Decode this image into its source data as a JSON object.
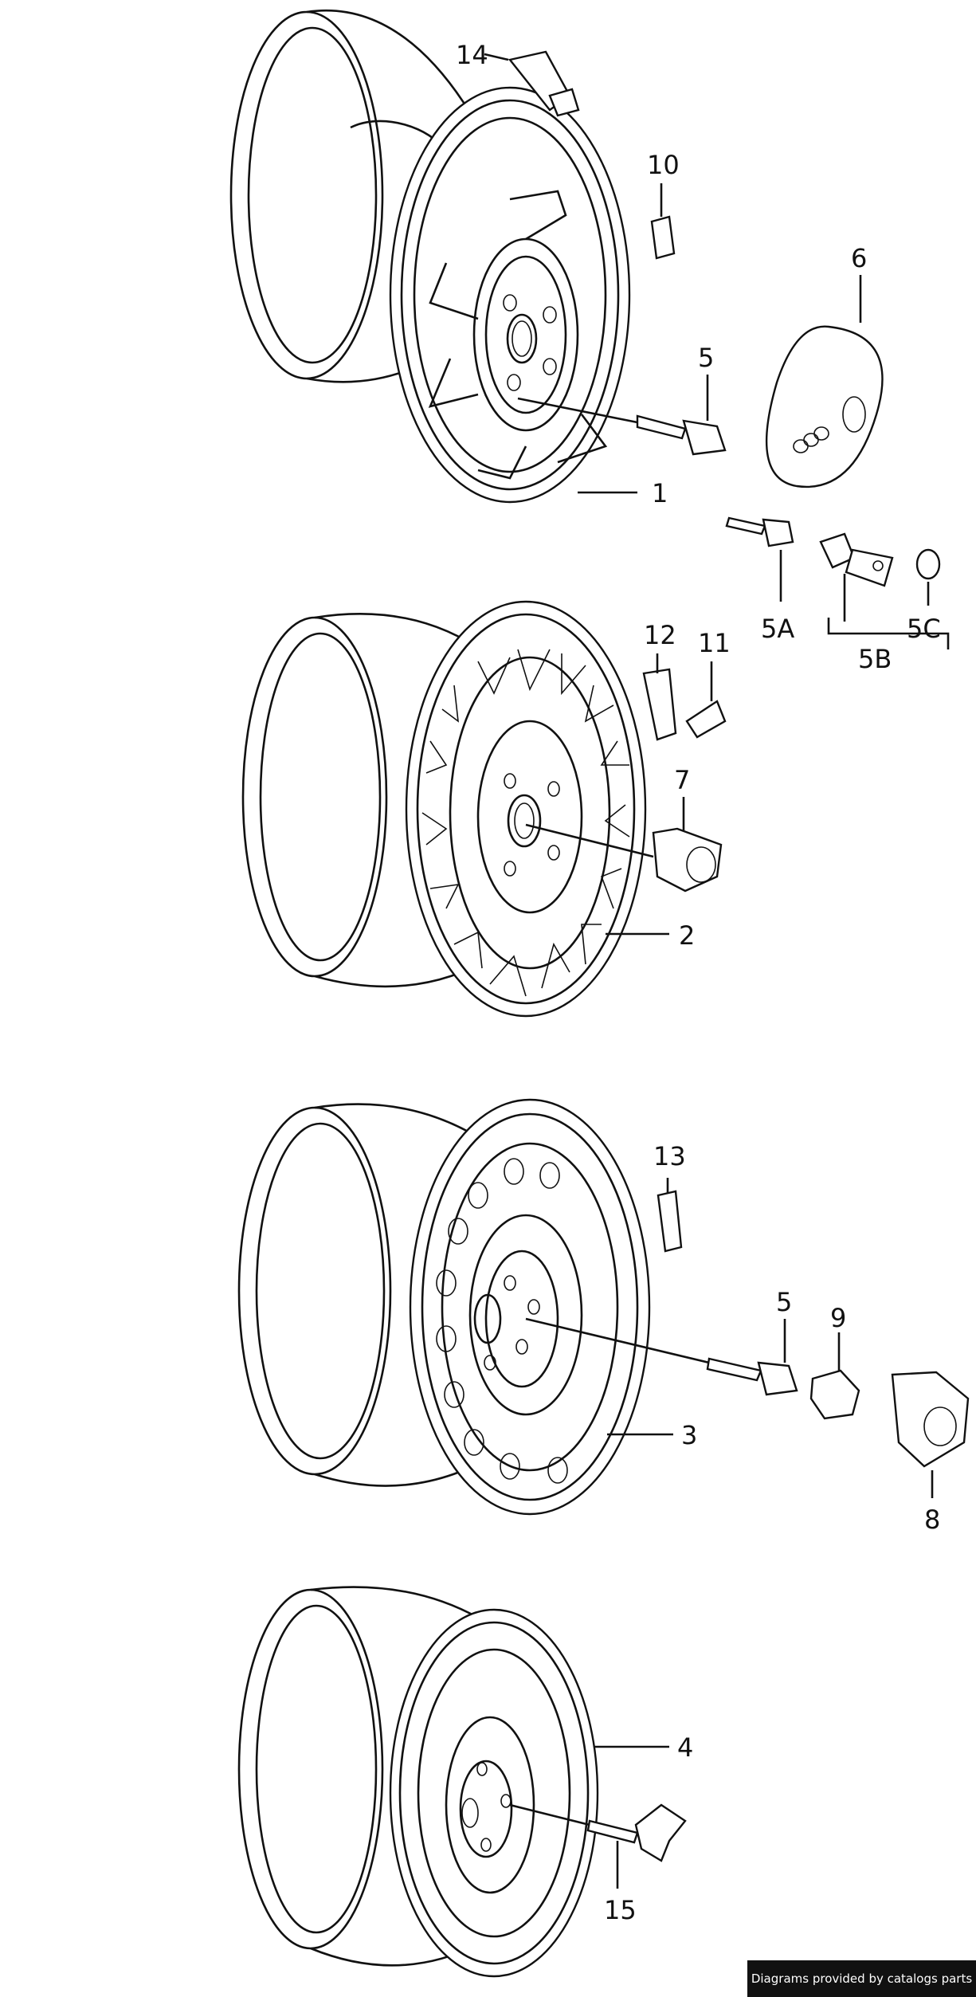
{
  "callouts": {
    "c1": "1",
    "c2": "2",
    "c3": "3",
    "c4": "4",
    "c5": "5",
    "c5a": "5A",
    "c5b": "5B",
    "c5c": "5C",
    "c5b_lower": "5",
    "c6": "6",
    "c7": "7",
    "c8": "8",
    "c9": "9",
    "c10": "10",
    "c11": "11",
    "c12": "12",
    "c13": "13",
    "c14": "14",
    "c15": "15"
  },
  "credit": "Diagrams provided by catalogs parts"
}
